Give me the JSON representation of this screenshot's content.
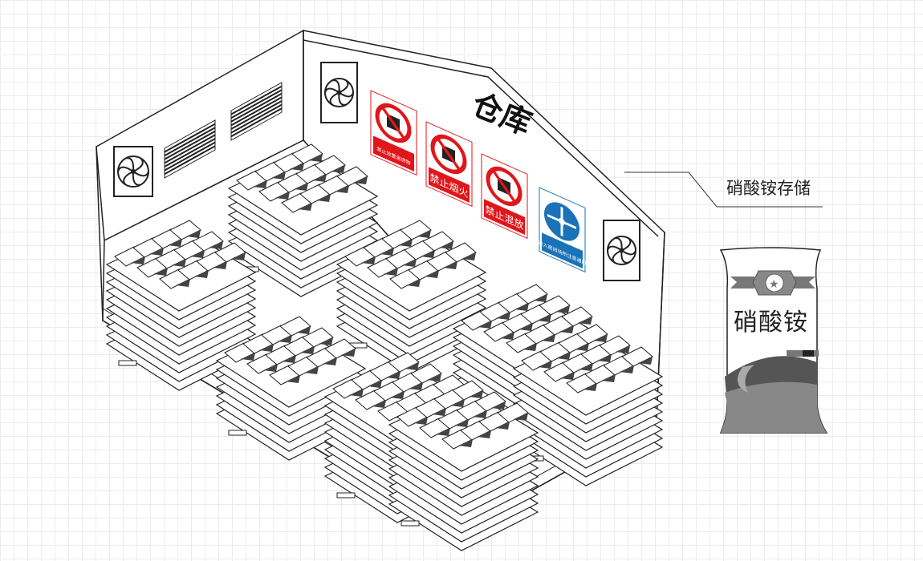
{
  "warehouse": {
    "title": "仓库"
  },
  "callout": {
    "label": "硝酸铵存储"
  },
  "bag": {
    "label": "硝酸铵"
  },
  "signs": [
    {
      "text": "禁止放置易燃物",
      "type": "prohibition",
      "color": "#e0161b"
    },
    {
      "text": "禁止烟火",
      "type": "prohibition",
      "color": "#e0161b"
    },
    {
      "text": "禁止混放",
      "type": "prohibition",
      "color": "#e0161b"
    },
    {
      "text": "进入密闭场所注意通风",
      "type": "mandatory",
      "color": "#1a73b8"
    }
  ]
}
